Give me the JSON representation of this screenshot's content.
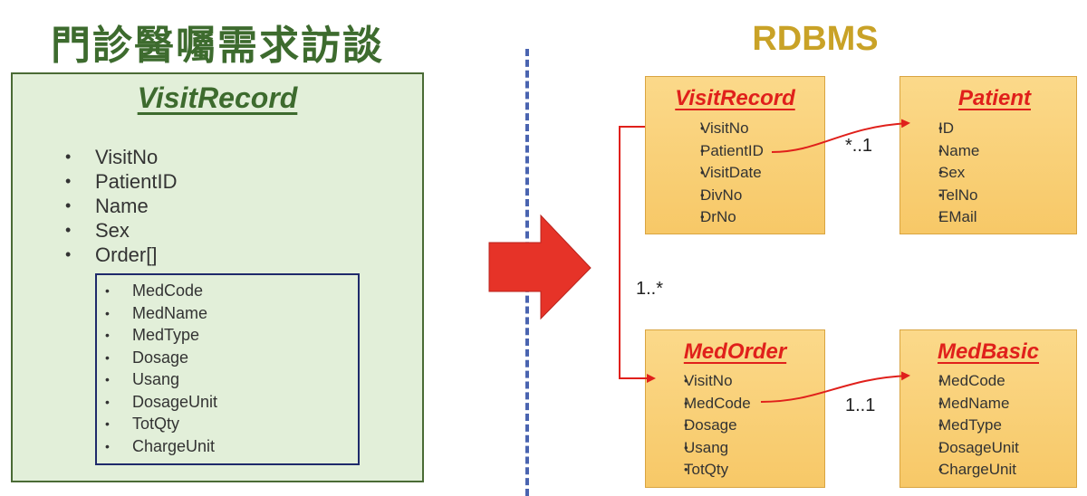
{
  "left": {
    "title": "門診醫囑需求訪談",
    "box_title": "VisitRecord",
    "fields": [
      "VisitNo",
      "PatientID",
      "Name",
      "Sex",
      "Order[]"
    ],
    "order_fields": [
      "MedCode",
      "MedName",
      "MedType",
      "Dosage",
      "Usang",
      "DosageUnit",
      "TotQty",
      "ChargeUnit"
    ]
  },
  "right": {
    "title": "RDBMS",
    "tables": {
      "visit_record": {
        "name": "VisitRecord",
        "fields": [
          "VisitNo",
          "PatientID",
          "VisitDate",
          "DivNo",
          "DrNo"
        ]
      },
      "patient": {
        "name": "Patient",
        "fields": [
          "ID",
          "Name",
          "Sex",
          "TelNo",
          "EMail"
        ]
      },
      "med_order": {
        "name": "MedOrder",
        "fields": [
          "VisitNo",
          "MedCode",
          "Dosage",
          "Usang",
          "TotQty"
        ]
      },
      "med_basic": {
        "name": "MedBasic",
        "fields": [
          "MedCode",
          "MedName",
          "MedType",
          "DosageUnit",
          "ChargeUnit"
        ]
      }
    },
    "relations": {
      "visit_patient": "*..1",
      "visit_order": "1..*",
      "order_basic": "1..1"
    }
  },
  "colors": {
    "green_fill": "#e2efd9",
    "green_text": "#3d6b2e",
    "gold_title": "#c9a227",
    "table_fill": "#f7c867",
    "table_title": "#e0201b",
    "arrow": "#e63328",
    "divider": "#4a64b0",
    "inner_border": "#1f2a6b"
  }
}
